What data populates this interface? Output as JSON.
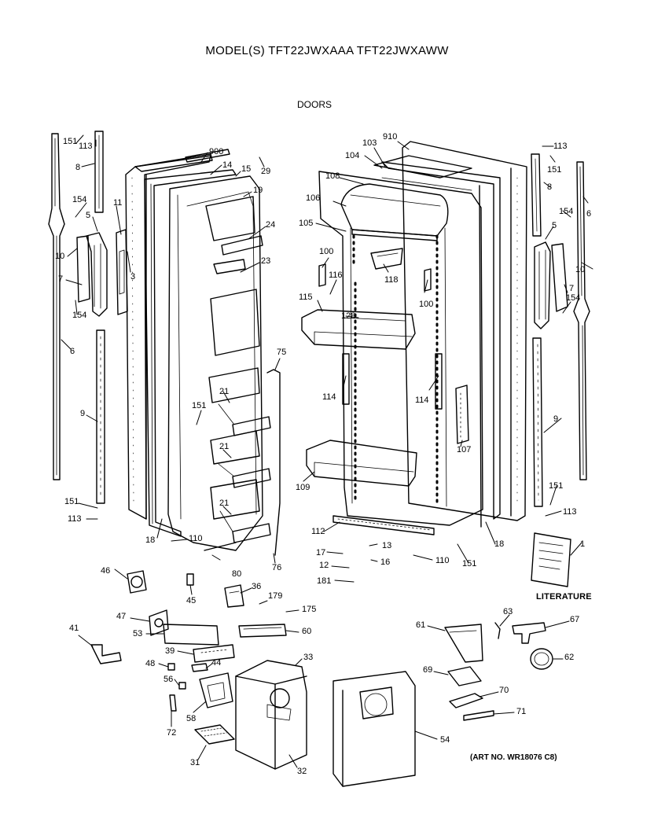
{
  "title": "MODEL(S) TFT22JWXAAA  TFT22JWXAWW",
  "section": "DOORS",
  "art_number": "(ART NO. WR18076 C8)",
  "literature_label": "LITERATURE",
  "part_labels": [
    {
      "id": "p151a",
      "text": "151"
    },
    {
      "id": "p113a",
      "text": "113"
    },
    {
      "id": "p8a",
      "text": "8"
    },
    {
      "id": "p154a",
      "text": "154"
    },
    {
      "id": "p5a",
      "text": "5"
    },
    {
      "id": "p11",
      "text": "11"
    },
    {
      "id": "p10a",
      "text": "10"
    },
    {
      "id": "p3",
      "text": "3"
    },
    {
      "id": "p7a",
      "text": "7"
    },
    {
      "id": "p154b",
      "text": "154"
    },
    {
      "id": "p6a",
      "text": "6"
    },
    {
      "id": "p9a",
      "text": "9"
    },
    {
      "id": "p151b",
      "text": "151"
    },
    {
      "id": "p113b",
      "text": "113"
    },
    {
      "id": "p900",
      "text": "900"
    },
    {
      "id": "p14",
      "text": "14"
    },
    {
      "id": "p15",
      "text": "15"
    },
    {
      "id": "p29",
      "text": "29"
    },
    {
      "id": "p19",
      "text": "19"
    },
    {
      "id": "p24",
      "text": "24"
    },
    {
      "id": "p23",
      "text": "23"
    },
    {
      "id": "p75",
      "text": "75"
    },
    {
      "id": "p151c",
      "text": "151"
    },
    {
      "id": "p21a",
      "text": "21"
    },
    {
      "id": "p21b",
      "text": "21"
    },
    {
      "id": "p21c",
      "text": "21"
    },
    {
      "id": "p18a",
      "text": "18"
    },
    {
      "id": "p110a",
      "text": "110"
    },
    {
      "id": "p80",
      "text": "80"
    },
    {
      "id": "p76",
      "text": "76"
    },
    {
      "id": "p910",
      "text": "910"
    },
    {
      "id": "p103",
      "text": "103"
    },
    {
      "id": "p104",
      "text": "104"
    },
    {
      "id": "p108",
      "text": "108"
    },
    {
      "id": "p106",
      "text": "106"
    },
    {
      "id": "p105",
      "text": "105"
    },
    {
      "id": "p100a",
      "text": "100"
    },
    {
      "id": "p116",
      "text": "116"
    },
    {
      "id": "p118",
      "text": "118"
    },
    {
      "id": "p100b",
      "text": "100"
    },
    {
      "id": "p115",
      "text": "115"
    },
    {
      "id": "p128",
      "text": "128"
    },
    {
      "id": "p114a",
      "text": "114"
    },
    {
      "id": "p114b",
      "text": "114"
    },
    {
      "id": "p107",
      "text": "107"
    },
    {
      "id": "p109",
      "text": "109"
    },
    {
      "id": "p112",
      "text": "112"
    },
    {
      "id": "p13",
      "text": "13"
    },
    {
      "id": "p17",
      "text": "17"
    },
    {
      "id": "p16",
      "text": "16"
    },
    {
      "id": "p12",
      "text": "12"
    },
    {
      "id": "p181",
      "text": "181"
    },
    {
      "id": "p110b",
      "text": "110"
    },
    {
      "id": "p151d",
      "text": "151"
    },
    {
      "id": "p18b",
      "text": "18"
    },
    {
      "id": "p113c",
      "text": "113"
    },
    {
      "id": "p151e",
      "text": "151"
    },
    {
      "id": "p8b",
      "text": "8"
    },
    {
      "id": "p6b",
      "text": "6"
    },
    {
      "id": "p154c",
      "text": "154"
    },
    {
      "id": "p5b",
      "text": "5"
    },
    {
      "id": "p10b",
      "text": "10"
    },
    {
      "id": "p7b",
      "text": "7"
    },
    {
      "id": "p154d",
      "text": "154"
    },
    {
      "id": "p9b",
      "text": "9"
    },
    {
      "id": "p151f",
      "text": "151"
    },
    {
      "id": "p113d",
      "text": "113"
    },
    {
      "id": "p1",
      "text": "1"
    },
    {
      "id": "p46",
      "text": "46"
    },
    {
      "id": "p45",
      "text": "45"
    },
    {
      "id": "p36",
      "text": "36"
    },
    {
      "id": "p179",
      "text": "179"
    },
    {
      "id": "p175",
      "text": "175"
    },
    {
      "id": "p47",
      "text": "47"
    },
    {
      "id": "p41",
      "text": "41"
    },
    {
      "id": "p53",
      "text": "53"
    },
    {
      "id": "p60",
      "text": "60"
    },
    {
      "id": "p39",
      "text": "39"
    },
    {
      "id": "p44",
      "text": "44"
    },
    {
      "id": "p33",
      "text": "33"
    },
    {
      "id": "p48",
      "text": "48"
    },
    {
      "id": "p56",
      "text": "56"
    },
    {
      "id": "p58",
      "text": "58"
    },
    {
      "id": "p72",
      "text": "72"
    },
    {
      "id": "p31",
      "text": "31"
    },
    {
      "id": "p32",
      "text": "32"
    },
    {
      "id": "p54",
      "text": "54"
    },
    {
      "id": "p61",
      "text": "61"
    },
    {
      "id": "p63",
      "text": "63"
    },
    {
      "id": "p67",
      "text": "67"
    },
    {
      "id": "p62",
      "text": "62"
    },
    {
      "id": "p69",
      "text": "69"
    },
    {
      "id": "p70",
      "text": "70"
    },
    {
      "id": "p71",
      "text": "71"
    }
  ]
}
